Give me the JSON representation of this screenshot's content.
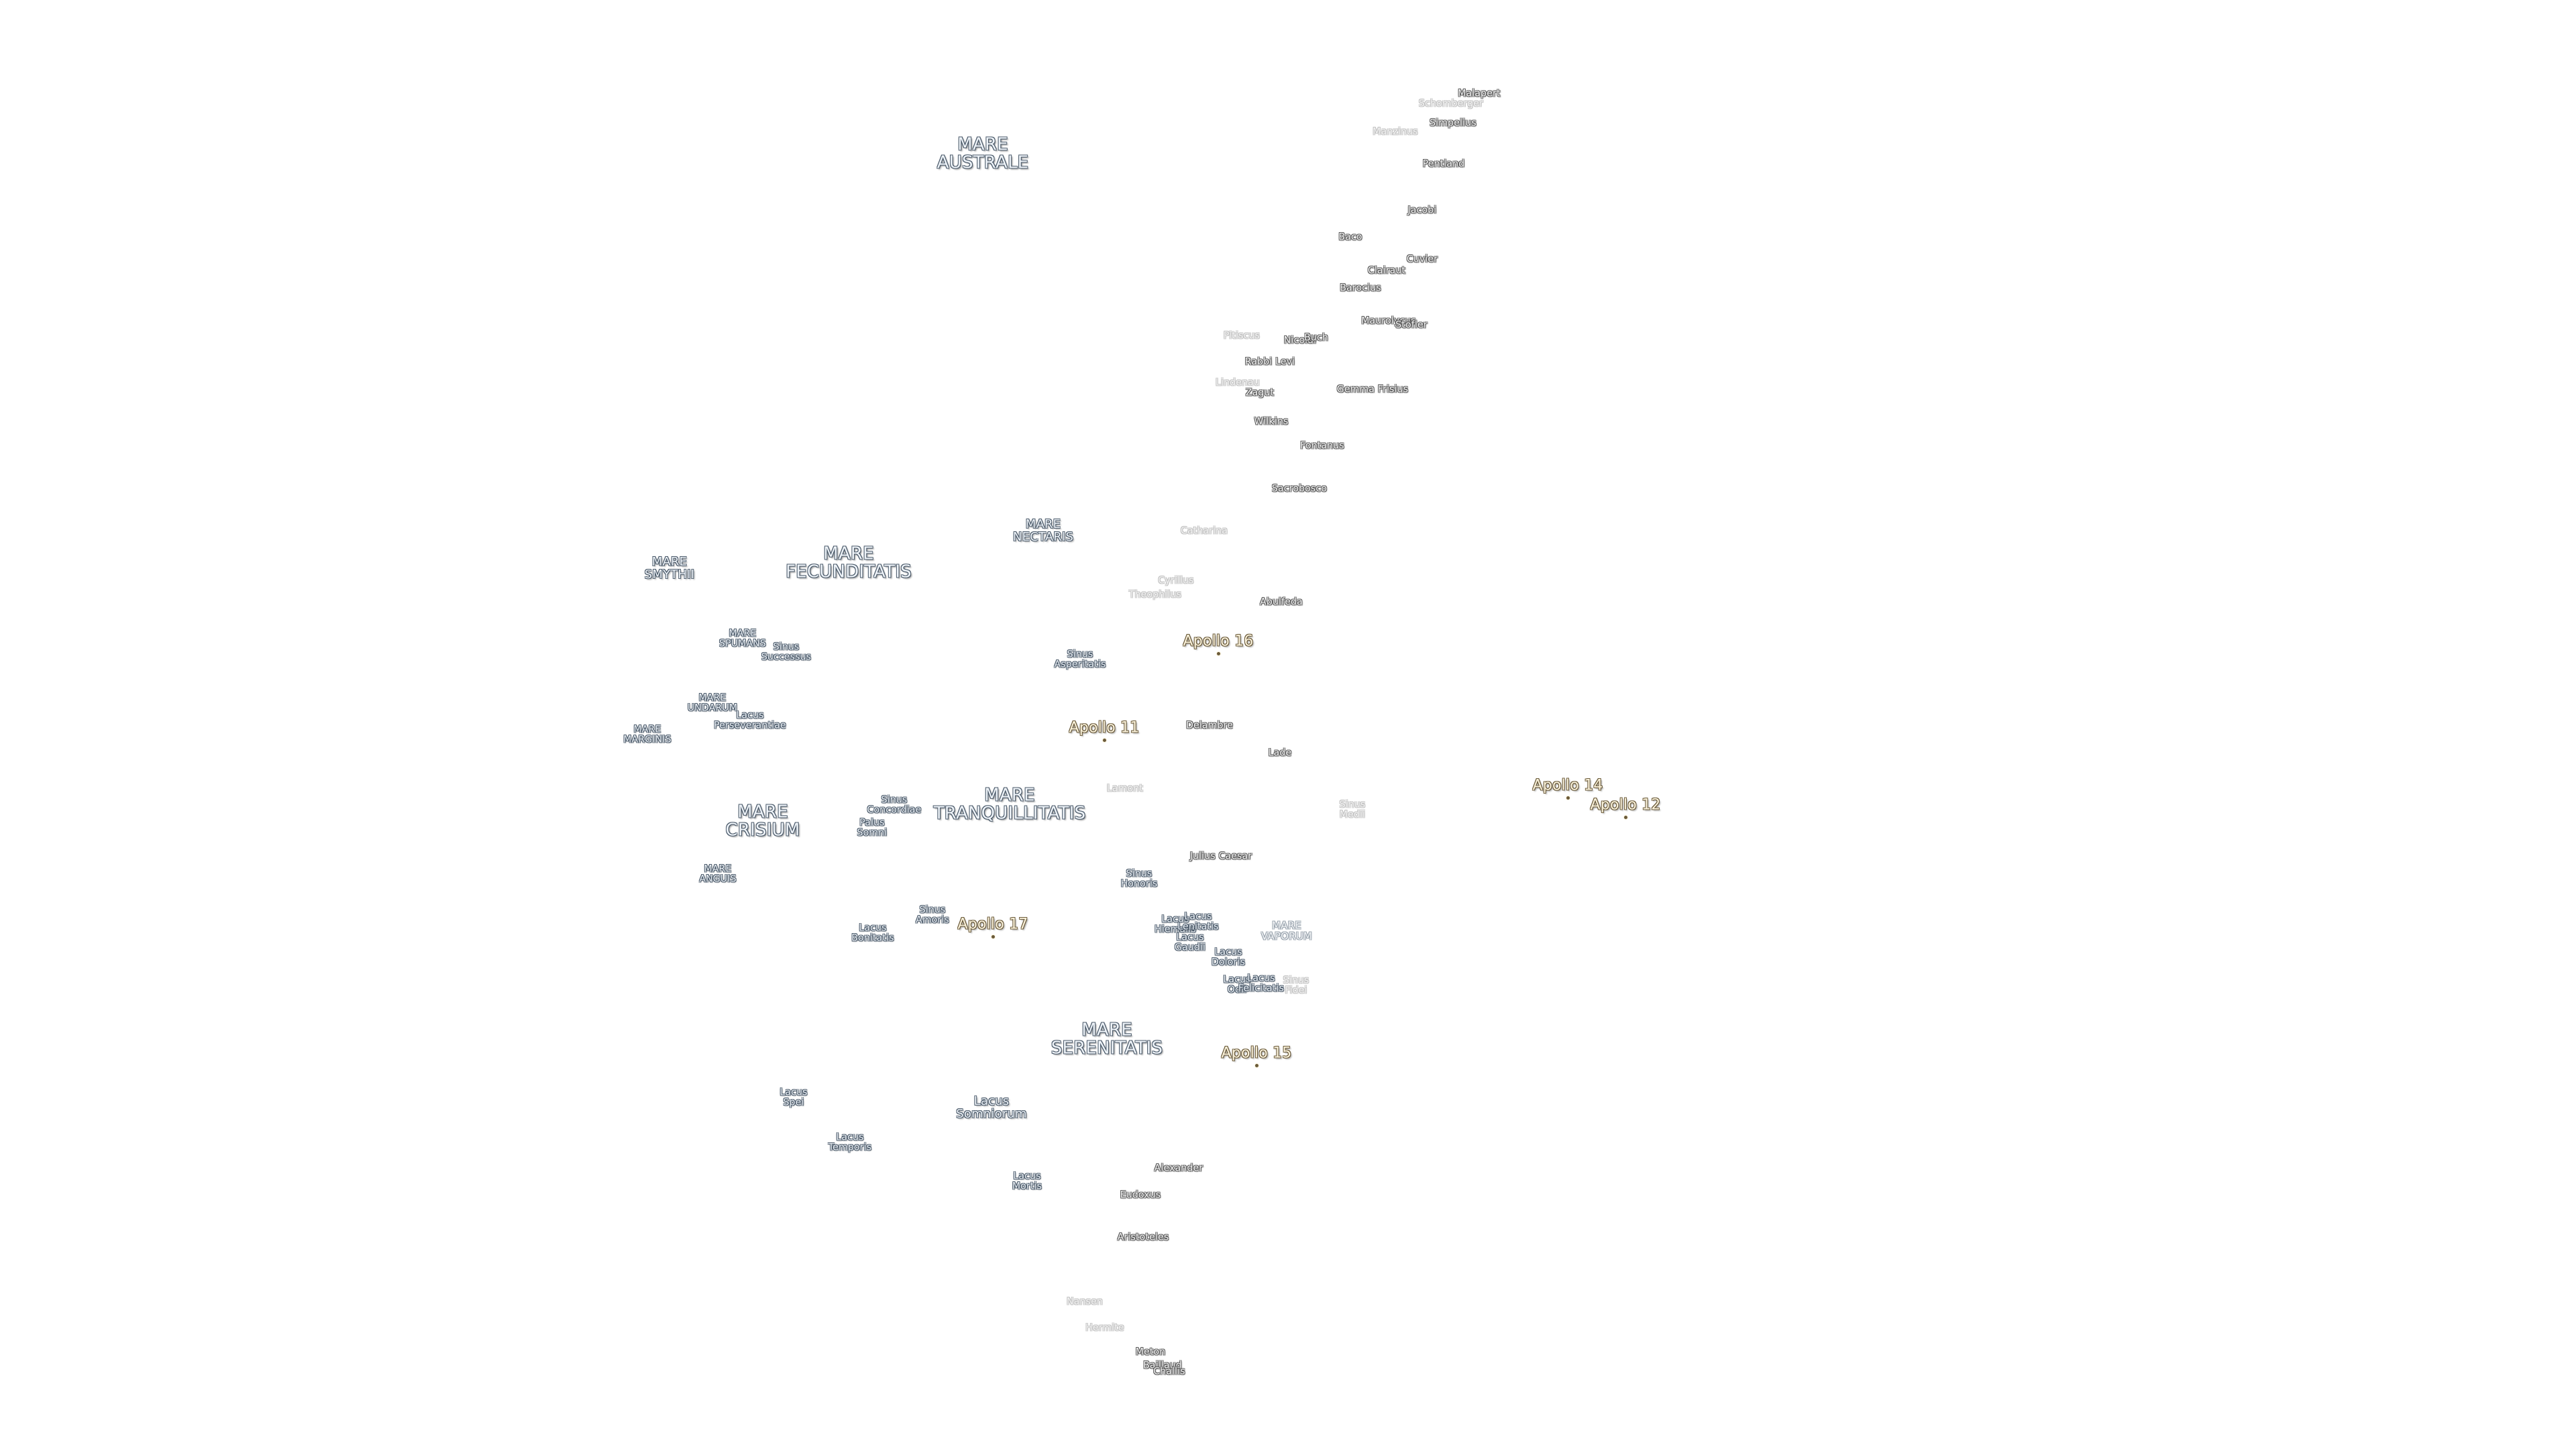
{
  "map_labels": [
    {
      "text": "MARE\nAUSTRALE",
      "kind": "sea"
    },
    {
      "text": "MARE\nFECUNDITATIS",
      "kind": "sea"
    },
    {
      "text": "MARE\nSMYTHII",
      "kind": "sea-m"
    },
    {
      "text": "MARE\nNECTARIS",
      "kind": "sea-m"
    },
    {
      "text": "MARE\nSPUMANS",
      "kind": "sea-s"
    },
    {
      "text": "Sinus\nSuccessus",
      "kind": "sea-s"
    },
    {
      "text": "Sinus\nAsperitatis",
      "kind": "sea-s"
    },
    {
      "text": "MARE\nUNDARUM",
      "kind": "sea-s"
    },
    {
      "text": "Lacus\nPerseverantiae",
      "kind": "sea-s"
    },
    {
      "text": "MARE\nMARGINIS",
      "kind": "sea-s"
    },
    {
      "text": "MARE\nCRISIUM",
      "kind": "sea"
    },
    {
      "text": "MARE\nTRANQUILLITATIS",
      "kind": "sea"
    },
    {
      "text": "Sinus\nConcordiae",
      "kind": "sea-s"
    },
    {
      "text": "Palus\nSomni",
      "kind": "sea-s"
    },
    {
      "text": "MARE\nANGUIS",
      "kind": "sea-s"
    },
    {
      "text": "Sinus\nAmoris",
      "kind": "sea-s"
    },
    {
      "text": "Lacus\nBonitatis",
      "kind": "sea-s"
    },
    {
      "text": "Sinus\nHonoris",
      "kind": "sea-s"
    },
    {
      "text": "MARE\nSERENITATIS",
      "kind": "sea"
    },
    {
      "text": "Lacus\nSomniorum",
      "kind": "sea-m"
    },
    {
      "text": "Lacus\nSpei",
      "kind": "sea-s"
    },
    {
      "text": "Lacus\nTemporis",
      "kind": "sea-s"
    },
    {
      "text": "Lacus\nMortis",
      "kind": "sea-s"
    },
    {
      "text": "MARE\nVAPORUM",
      "kind": "faint-sea"
    },
    {
      "text": "Lacus\nHiemalis",
      "kind": "sea-s"
    },
    {
      "text": "Lacus\nLenitatis",
      "kind": "sea-s"
    },
    {
      "text": "Lacus\nGaudii",
      "kind": "sea-s"
    },
    {
      "text": "Lacus\nDoloris",
      "kind": "sea-s"
    },
    {
      "text": "Lacus\nOdii",
      "kind": "sea-s"
    },
    {
      "text": "Lacus\nFelicitatis",
      "kind": "sea-s"
    },
    {
      "text": "Sinus\nFidei",
      "kind": "faint"
    },
    {
      "text": "Sinus\nMedii",
      "kind": "faint"
    },
    {
      "text": "Malapert",
      "kind": "crater"
    },
    {
      "text": "Schomberger",
      "kind": "faint"
    },
    {
      "text": "Simpelius",
      "kind": "crater"
    },
    {
      "text": "Manzinus",
      "kind": "faint"
    },
    {
      "text": "Pentland",
      "kind": "crater"
    },
    {
      "text": "Jacobi",
      "kind": "crater"
    },
    {
      "text": "Baco",
      "kind": "crater"
    },
    {
      "text": "Cuvier",
      "kind": "crater"
    },
    {
      "text": "Clairaut",
      "kind": "crater"
    },
    {
      "text": "Barocius",
      "kind": "crater"
    },
    {
      "text": "Maurolycus",
      "kind": "crater"
    },
    {
      "text": "Stöfler",
      "kind": "crater"
    },
    {
      "text": "Pitiscus",
      "kind": "faint"
    },
    {
      "text": "Nicolai",
      "kind": "crater"
    },
    {
      "text": "Buch",
      "kind": "crater"
    },
    {
      "text": "Rabbi Levi",
      "kind": "crater"
    },
    {
      "text": "Lindenau",
      "kind": "faint"
    },
    {
      "text": "Zagut",
      "kind": "crater"
    },
    {
      "text": "Gemma Frisius",
      "kind": "crater"
    },
    {
      "text": "Wilkins",
      "kind": "crater"
    },
    {
      "text": "Fontanus",
      "kind": "crater"
    },
    {
      "text": "Sacrobosco",
      "kind": "crater"
    },
    {
      "text": "Catharina",
      "kind": "faint"
    },
    {
      "text": "Cyrillus",
      "kind": "faint"
    },
    {
      "text": "Theophilus",
      "kind": "faint"
    },
    {
      "text": "Abulfeda",
      "kind": "crater"
    },
    {
      "text": "Delambre",
      "kind": "crater"
    },
    {
      "text": "Lade",
      "kind": "crater"
    },
    {
      "text": "Lamont",
      "kind": "faint"
    },
    {
      "text": "Julius Caesar",
      "kind": "crater"
    },
    {
      "text": "Alexander",
      "kind": "crater"
    },
    {
      "text": "Eudoxus",
      "kind": "crater"
    },
    {
      "text": "Aristoteles",
      "kind": "crater"
    },
    {
      "text": "Meton",
      "kind": "crater"
    },
    {
      "text": "Baillaud",
      "kind": "crater"
    },
    {
      "text": "Challis",
      "kind": "crater"
    },
    {
      "text": "Nansen",
      "kind": "faint"
    },
    {
      "text": "Hermite",
      "kind": "faint"
    },
    {
      "text": "Apollo 16",
      "kind": "apollo"
    },
    {
      "text": "Apollo 11",
      "kind": "apollo"
    },
    {
      "text": "Apollo 14",
      "kind": "apollo"
    },
    {
      "text": "Apollo 12",
      "kind": "apollo"
    },
    {
      "text": "Apollo 17",
      "kind": "apollo"
    },
    {
      "text": "Apollo 15",
      "kind": "apollo"
    }
  ]
}
